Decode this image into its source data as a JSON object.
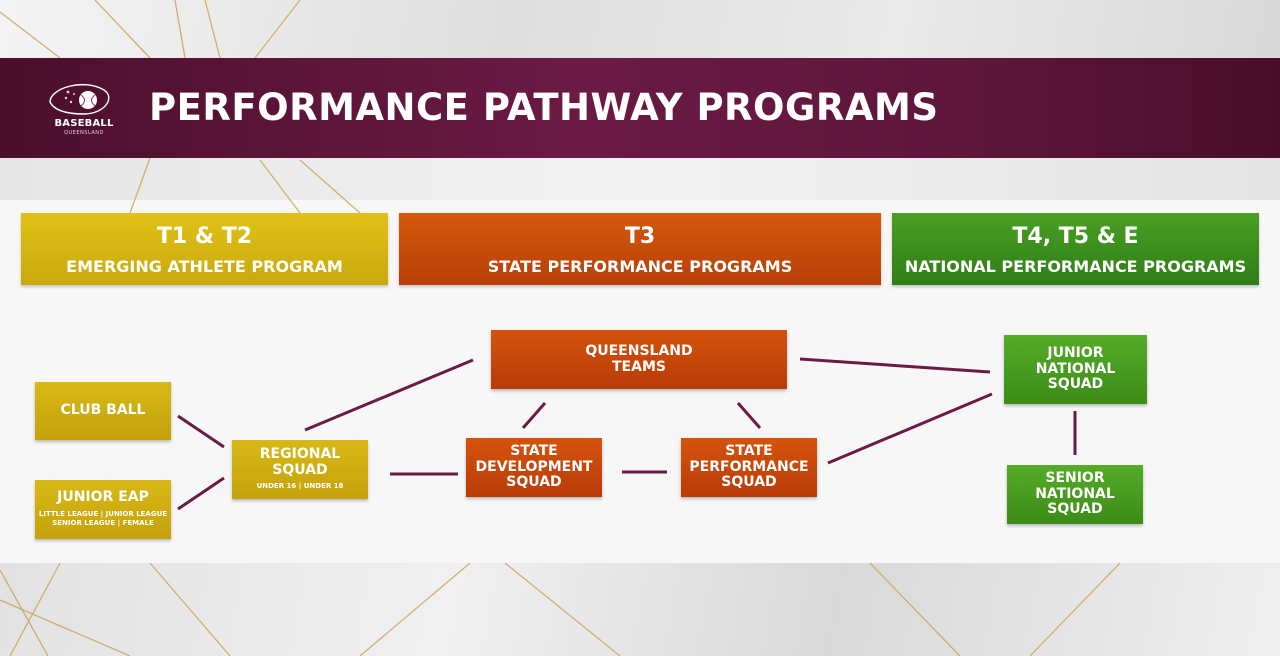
{
  "header": {
    "title": "PERFORMANCE PATHWAY PROGRAMS",
    "logo_text": "BASEBALL",
    "logo_subtext": "QUEENSLAND"
  },
  "tiers": [
    {
      "code": "T1 & T2",
      "name": "EMERGING ATHLETE PROGRAM"
    },
    {
      "code": "T3",
      "name": "STATE PERFORMANCE PROGRAMS"
    },
    {
      "code": "T4, T5 & E",
      "name": "NATIONAL PERFORMANCE PROGRAMS"
    }
  ],
  "nodes": {
    "club_ball": {
      "label": "CLUB BALL"
    },
    "junior_eap": {
      "label": "JUNIOR EAP",
      "sub": "LITTLE LEAGUE  |  JUNIOR LEAGUE\nSENIOR LEAGUE  |  FEMALE"
    },
    "regional_squad": {
      "label": "REGIONAL\nSQUAD",
      "sub": "UNDER 16  |  UNDER 18"
    },
    "queensland_teams": {
      "label": "QUEENSLAND\nTEAMS"
    },
    "state_development_squad": {
      "label": "STATE\nDEVELOPMENT\nSQUAD"
    },
    "state_performance_squad": {
      "label": "STATE\nPERFORMANCE\nSQUAD"
    },
    "junior_national_squad": {
      "label": "JUNIOR\nNATIONAL\nSQUAD"
    },
    "senior_national_squad": {
      "label": "SENIOR\nNATIONAL\nSQUAD"
    }
  },
  "colors": {
    "header_bg": "#6b1a44",
    "tier_1": "#d4b512",
    "tier_2": "#c9490a",
    "tier_3": "#3e8e1c",
    "connector": "#6b1a44",
    "deco_line": "#c9a45a"
  }
}
